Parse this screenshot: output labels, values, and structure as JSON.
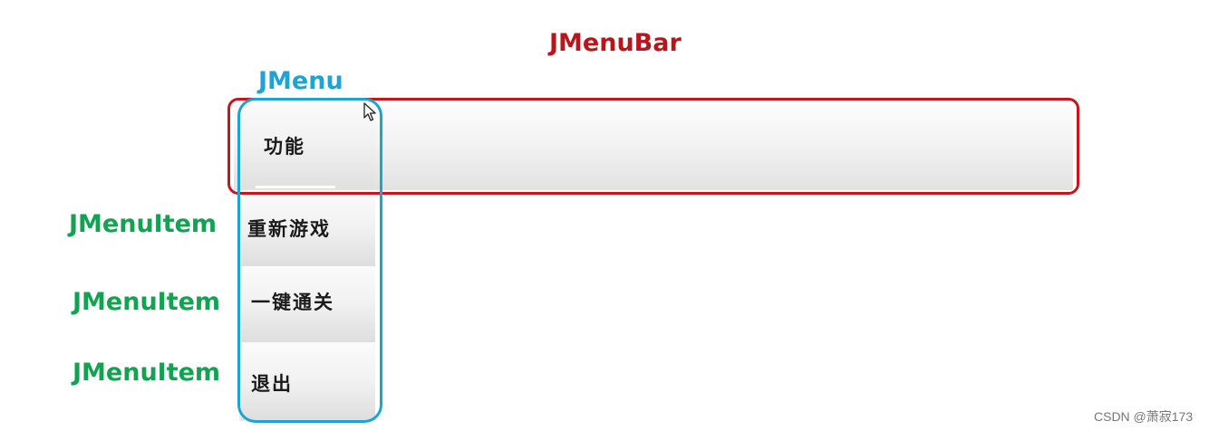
{
  "annotations": {
    "menubar": "JMenuBar",
    "menu": "JMenu",
    "items": [
      "JMenuItem",
      "JMenuItem",
      "JMenuItem"
    ]
  },
  "menu": {
    "label": "功能",
    "items": [
      "重新游戏",
      "一键通关",
      "退出"
    ]
  },
  "watermark": "CSDN @萧寂173",
  "colors": {
    "menubar_label": "#b8161c",
    "menu_label": "#1ea3d6",
    "menuitem_label": "#13a152"
  },
  "icons": [
    "mouse-cursor-icon"
  ]
}
